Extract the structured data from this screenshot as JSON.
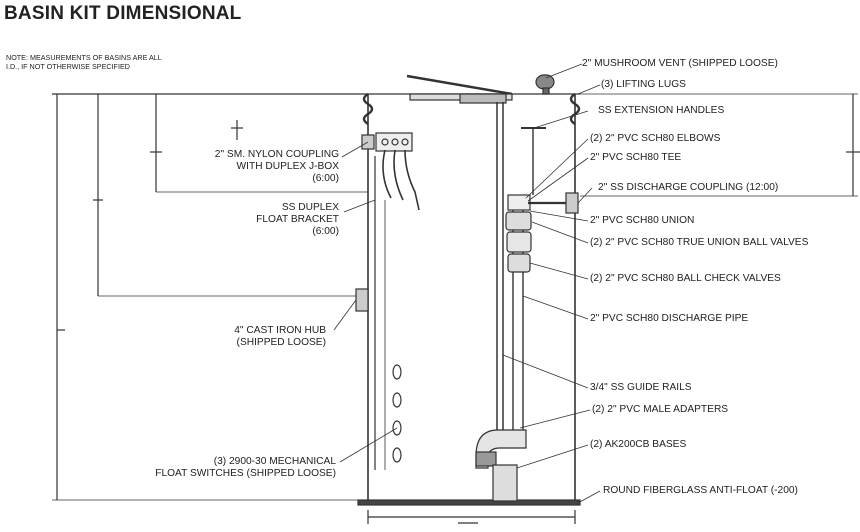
{
  "title": "BASIN KIT DIMENSIONAL",
  "note": [
    "NOTE: MEASUREMENTS OF BASINS ARE ALL",
    "I.D., IF NOT OTHERWISE SPECIFIED"
  ],
  "labels_right": [
    "2\" MUSHROOM VENT (SHIPPED LOOSE)",
    "(3) LIFTING LUGS",
    "SS EXTENSION HANDLES",
    "(2) 2\" PVC SCH80 ELBOWS",
    "2\" PVC SCH80 TEE",
    "2\" SS DISCHARGE COUPLING (12:00)",
    "2\" PVC SCH80 UNION",
    "(2) 2\" PVC SCH80 TRUE UNION BALL VALVES",
    "(2) 2\" PVC SCH80 BALL CHECK VALVES",
    "2\" PVC SCH80 DISCHARGE PIPE",
    "3/4\" SS GUIDE RAILS",
    "(2) 2\" PVC MALE ADAPTERS",
    "(2) AK200CB BASES",
    "ROUND FIBERGLASS ANTI-FLOAT (-200)"
  ],
  "labels_left": {
    "coupling": [
      "2\" SM. NYLON COUPLING",
      "WITH DUPLEX J-BOX",
      "(6:00)"
    ],
    "bracket": [
      "SS DUPLEX",
      "FLOAT BRACKET",
      "(6:00)"
    ],
    "hub": [
      "4\" CAST IRON HUB",
      "(SHIPPED LOOSE)"
    ],
    "switches": [
      "(3) 2900-30 MECHANICAL",
      "FLOAT SWITCHES (SHIPPED LOOSE)"
    ]
  }
}
